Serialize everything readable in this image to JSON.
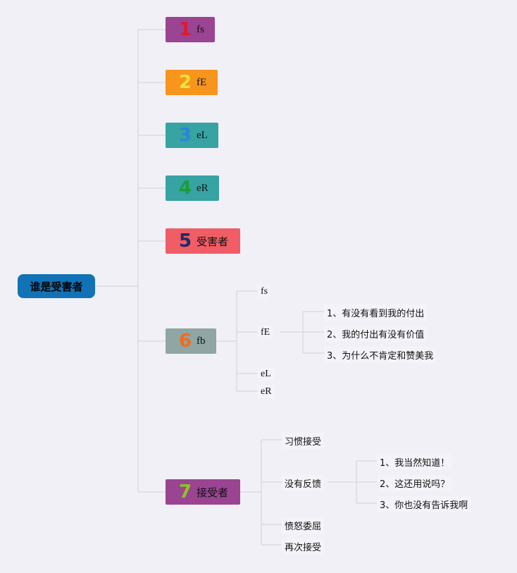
{
  "root": {
    "label": "谁是受害者"
  },
  "topics": [
    {
      "num": "1",
      "label": "fs",
      "bg": "#9b4492",
      "num_color": "#e0192a"
    },
    {
      "num": "2",
      "label": "fE",
      "bg": "#f7951d",
      "num_color": "#f4e13a"
    },
    {
      "num": "3",
      "label": "eL",
      "bg": "#37a3a3",
      "num_color": "#2a85d6"
    },
    {
      "num": "4",
      "label": "eR",
      "bg": "#37a3a3",
      "num_color": "#1c9c36"
    },
    {
      "num": "5",
      "label": "受害者",
      "bg": "#f05d66",
      "num_color": "#1d2a66"
    },
    {
      "num": "6",
      "label": "fb",
      "bg": "#8fa6a3",
      "num_color": "#f36b1c"
    },
    {
      "num": "7",
      "label": "接受者",
      "bg": "#9b4492",
      "num_color": "#8bc61e"
    }
  ],
  "branch6": {
    "children": [
      "fs",
      "fE",
      "eL",
      "eR"
    ],
    "fE_children": [
      "1、有没有看到我的付出",
      "2、我的付出有没有价值",
      "3、为什么不肯定和赞美我"
    ]
  },
  "branch7": {
    "children": [
      "习惯接受",
      "没有反馈",
      "愤怒委屈",
      "再次接受"
    ],
    "feedback_children": [
      "1、我当然知道！",
      "2、这还用说吗？",
      "3、你也没有告诉我啊"
    ]
  },
  "colors": {
    "line": "#d6d6de",
    "background": "#f1f0f7",
    "root": "#1173b6"
  }
}
